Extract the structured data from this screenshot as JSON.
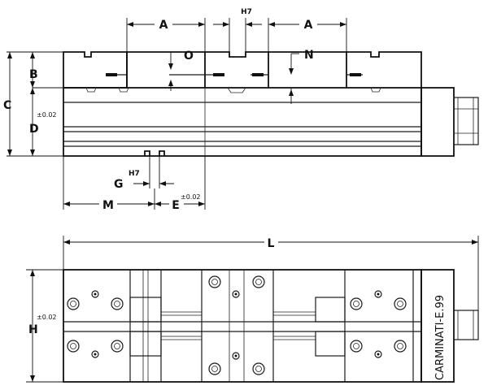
{
  "top_view": {
    "labels": {
      "a_left": "A",
      "a_right": "A",
      "h7_top": "H7",
      "o": "O",
      "n": "N",
      "b": "B",
      "c": "C",
      "d": "D",
      "d_tol": "±0.02",
      "g": "G",
      "h7_bottom": "H7",
      "m": "M",
      "e": "E",
      "e_tol": "±0.02"
    }
  },
  "plan_view": {
    "labels": {
      "l": "L",
      "h": "H",
      "h_tol": "±0.02",
      "brand": "CARMINATI-E.99"
    }
  }
}
